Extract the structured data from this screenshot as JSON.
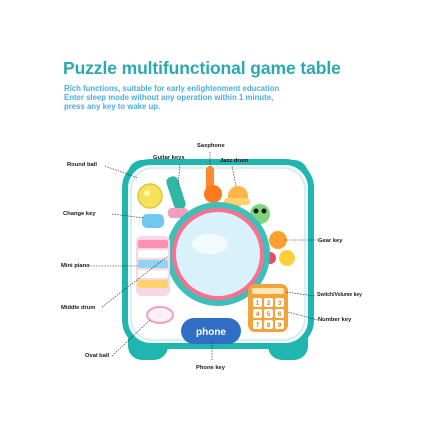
{
  "title": "Puzzle multifunctional game table",
  "description": [
    "Rich functions, suitable for early enlightenment education",
    "Enter sleep mode without any operation within 1 minute,",
    "press any key to wake up."
  ],
  "labels": {
    "saxphone": "Saxphone",
    "guitar_keys": "Guitar keys",
    "jazz_drum": "Jazz drum",
    "round_ball": "Round ball",
    "change_key": "Change key",
    "gear_key": "Gear key",
    "mini_piano": "Mini piano",
    "switch_volume_key": "Switch/Volume key",
    "middle_drum": "Middle drum",
    "number_key": "Number key",
    "oval_ball": "Oval ball",
    "phone_key": "Phone key"
  },
  "toy": {
    "phone_button_text": "phone",
    "number_keys": [
      "1",
      "2",
      "3",
      "4",
      "5",
      "6",
      "7",
      "8",
      "9"
    ]
  },
  "colors": {
    "title": "#2aa9b3",
    "description": "#4aaee0",
    "table_body": "#f4fbfb",
    "table_trim": "#1fb6b0",
    "drum_ring": "#3fbfb9",
    "phone_button": "#2f6ec4",
    "keypad": "#f2a33a"
  }
}
